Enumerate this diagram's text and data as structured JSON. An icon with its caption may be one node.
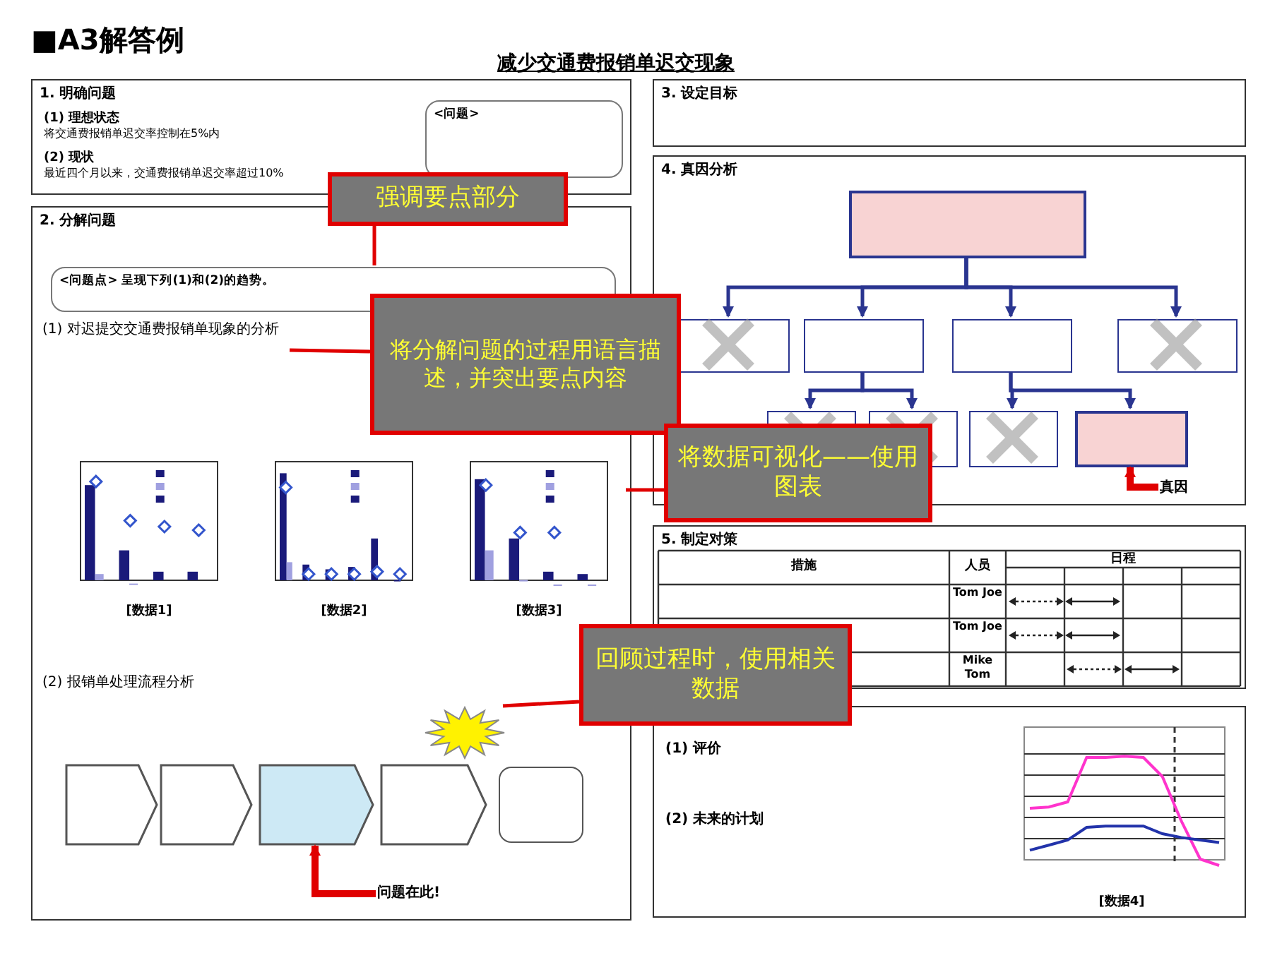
{
  "diagram": {
    "title": "减少交通费报销单迟交现象",
    "nodes": [
      {
        "text": [
          "1. 明确问题"
        ]
      },
      {
        "text": [
          "(1) 理想状态",
          "将交通费报销单迟交率控制在5%内"
        ],
        "in": 0
      },
      {
        "text": [
          "(2) 现状",
          "最近四个月以来，交通费报销单迟交率超过10%"
        ],
        "in": 0
      },
      {
        "text": [
          "<问题>"
        ],
        "in": 0
      },
      {
        "text": [
          "2. 分解问题"
        ]
      },
      {
        "text": [
          "<问题点> 呈现下列(1)和(2)的趋势。"
        ],
        "in": 4
      },
      {
        "text": [],
        "shape": "picture",
        "beside": [
          "[数据1]"
        ],
        "in": 4
      },
      {
        "text": [],
        "shape": "picture",
        "beside": [
          "[数据2]"
        ],
        "in": 4
      },
      {
        "text": [],
        "shape": "picture",
        "beside": [
          "[数据3]"
        ],
        "in": 4
      },
      {
        "text": [],
        "shape": "chevron",
        "in": 4
      },
      {
        "text": [],
        "shape": "chevron",
        "in": 4
      },
      {
        "text": [],
        "shape": "chevron",
        "in": 4
      },
      {
        "text": [],
        "shape": "chevron",
        "in": 4
      },
      {
        "text": [],
        "shape": "box",
        "in": 4
      },
      {
        "text": [],
        "shape": "star",
        "in": 4
      },
      {
        "text": [
          "问题在此!"
        ],
        "in": 4
      },
      {
        "text": [
          "3. 设定目标"
        ]
      },
      {
        "text": [
          "4. 真因分析"
        ]
      },
      {
        "text": [],
        "shape": "box",
        "in": 17
      },
      {
        "text": [],
        "shape": "box",
        "in": 17
      },
      {
        "text": [],
        "shape": "box",
        "in": 17
      },
      {
        "text": [],
        "shape": "box",
        "in": 17
      },
      {
        "text": [],
        "shape": "box",
        "in": 17
      },
      {
        "text": [],
        "shape": "box",
        "in": 17
      },
      {
        "text": [],
        "shape": "box",
        "in": 17
      },
      {
        "text": [],
        "shape": "box",
        "in": 17
      },
      {
        "text": [],
        "shape": "box",
        "in": 17
      },
      {
        "text": [
          "真因"
        ],
        "in": 17
      },
      {
        "text": [
          "5. 制定对策"
        ]
      },
      {
        "text": [
          "(1) 评价",
          "(2) 未来的计划"
        ]
      },
      {
        "text": [],
        "shape": "picture",
        "beside": [
          "[数据4]"
        ],
        "in": 29
      },
      {
        "text": [
          "强调要点部分"
        ]
      },
      {
        "text": [
          "将分解问题的过程用语言描述，并突出要点内容"
        ]
      },
      {
        "text": [
          "将数据可视化——使用图表"
        ]
      },
      {
        "text": [
          "回顾过程时，使用相关数据"
        ]
      }
    ],
    "edges": [
      {
        "from": 18,
        "to": 19,
        "arrow": "to"
      },
      {
        "from": 18,
        "to": 20,
        "arrow": "to"
      },
      {
        "from": 18,
        "to": 21,
        "arrow": "to"
      },
      {
        "from": 18,
        "to": 22,
        "arrow": "to"
      },
      {
        "from": 20,
        "to": 23,
        "arrow": "to"
      },
      {
        "from": 20,
        "to": 24,
        "arrow": "to"
      },
      {
        "from": 21,
        "to": 25,
        "arrow": "to"
      },
      {
        "from": 21,
        "to": 26,
        "arrow": "to"
      },
      {
        "from": 27,
        "to": 26,
        "arrow": "to",
        "style": "thick",
        "color": "#e00000"
      },
      {
        "from": 15,
        "to": 11,
        "arrow": "to",
        "style": "thick",
        "color": "#e00000"
      },
      {
        "from": 31,
        "to": 5,
        "arrow": "none",
        "color": "#e00000"
      },
      {
        "from": 32,
        "to": null,
        "arrow": "none",
        "color": "#e00000"
      },
      {
        "from": 33,
        "to": 8,
        "arrow": "none",
        "color": "#e00000"
      },
      {
        "from": 34,
        "to": 14,
        "arrow": "none",
        "color": "#e00000"
      }
    ],
    "labels": [
      "■A3解答例",
      "(1) 对迟提交交通费报销单现象的分析",
      "(2) 报销单处理流程分析",
      "措施",
      "人员",
      "日程",
      "Tom Joe",
      "Tom Joe",
      "Mike Tom"
    ]
  }
}
